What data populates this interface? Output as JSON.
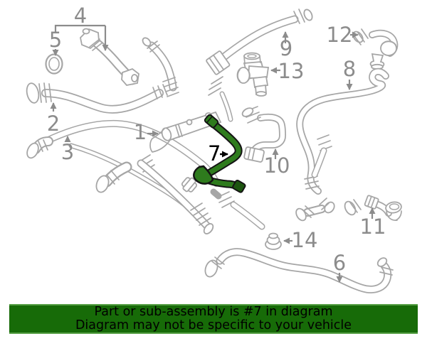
{
  "diagram": {
    "type": "parts-diagram",
    "highlighted_part_number": "7",
    "labels": {
      "n1": "1",
      "n2": "2",
      "n3": "3",
      "n4": "4",
      "n5": "5",
      "n6": "6",
      "n7": "7",
      "n8": "8",
      "n9": "9",
      "n10": "10",
      "n11": "11",
      "n12": "12",
      "n13": "13",
      "n14": "14"
    },
    "colors": {
      "part_outline": "#a6a6a6",
      "label_gray": "#8c8c8c",
      "highlight_green": "#2e7b1d",
      "highlight_cap_green": "#1d5510",
      "highlight_outline": "#141414",
      "highlight_label": "#000000"
    }
  },
  "banner": {
    "line1": "Part or sub-assembly is #7 in diagram",
    "line2": "Diagram may not be specific to your vehicle",
    "background": "#176b08",
    "edge": "#58a046",
    "text_color": "#000000"
  }
}
